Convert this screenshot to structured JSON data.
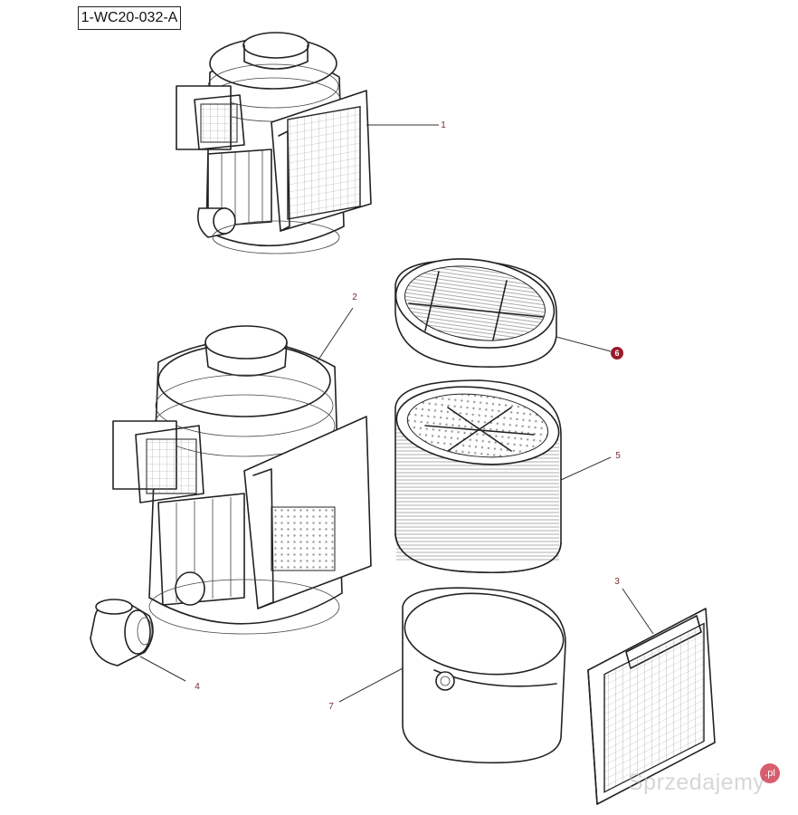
{
  "diagram": {
    "code_label": "1-WC20-032-A",
    "callouts": [
      {
        "id": "callout-1",
        "label": "1",
        "highlight": false
      },
      {
        "id": "callout-2",
        "label": "2",
        "highlight": false
      },
      {
        "id": "callout-3",
        "label": "3",
        "highlight": false
      },
      {
        "id": "callout-4",
        "label": "4",
        "highlight": false
      },
      {
        "id": "callout-5",
        "label": "5",
        "highlight": false
      },
      {
        "id": "callout-6",
        "label": "6",
        "highlight": true
      },
      {
        "id": "callout-7",
        "label": "7",
        "highlight": false
      }
    ],
    "highlight_color": "#9b1b2a"
  },
  "watermark": {
    "text": "Sprzedajemy",
    "badge": ".pl"
  }
}
